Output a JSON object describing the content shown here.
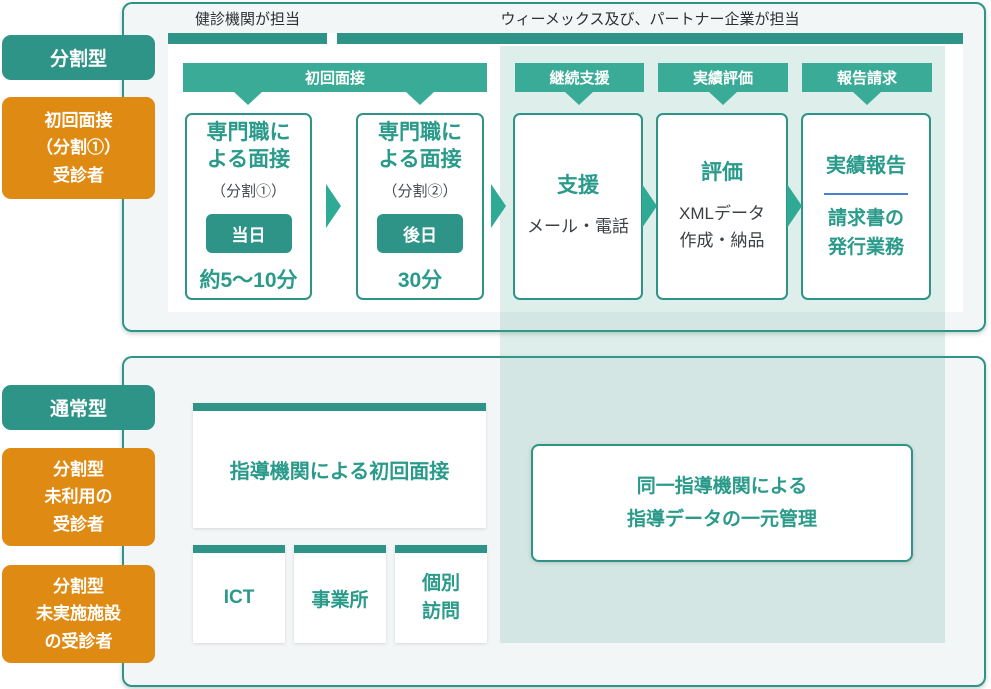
{
  "diagram": {
    "top": {
      "provider_left": "健診機関が担当",
      "provider_right": "ウィーメックス及び、パートナー企業が担当",
      "type_label": "分割型",
      "audience_label": "初回面接\n（分割①）\n受診者",
      "banners": [
        {
          "label": "初回面接"
        },
        {
          "label": "継続支援"
        },
        {
          "label": "実績評価"
        },
        {
          "label": "報告請求"
        }
      ],
      "steps": [
        {
          "title": "専門職に\nよる面接",
          "note": "（分割①）",
          "badge": "当日",
          "duration": "約5〜10分"
        },
        {
          "title": "専門職に\nよる面接",
          "note": "（分割②）",
          "badge": "後日",
          "duration": "30分"
        },
        {
          "title": "支援",
          "desc": "メール・電話"
        },
        {
          "title": "評価",
          "desc": "XMLデータ\n作成・納品"
        },
        {
          "title": "実績報告",
          "desc": "請求書の\n発行業務"
        }
      ]
    },
    "bottom": {
      "type_label": "通常型",
      "audience_labels": [
        {
          "label": "分割型\n未利用の\n受診者"
        },
        {
          "label": "分割型\n未実施施設\nの受診者"
        }
      ],
      "interview": "指導機関による初回面接",
      "channels": [
        {
          "label": "ICT"
        },
        {
          "label": "事業所"
        },
        {
          "label": "個別\n訪問"
        }
      ],
      "management": "同一指導機関による\n指導データの一元管理"
    },
    "colors": {
      "teal": "#2e9488",
      "teal_bright": "#3aab96",
      "orange": "#df8a12",
      "green_text": "#2a9a8a",
      "overlay_green": "rgba(70,160,140,0.18)",
      "divider_blue": "#4d7fd0",
      "panel_bg": "#f3f6f7"
    }
  }
}
